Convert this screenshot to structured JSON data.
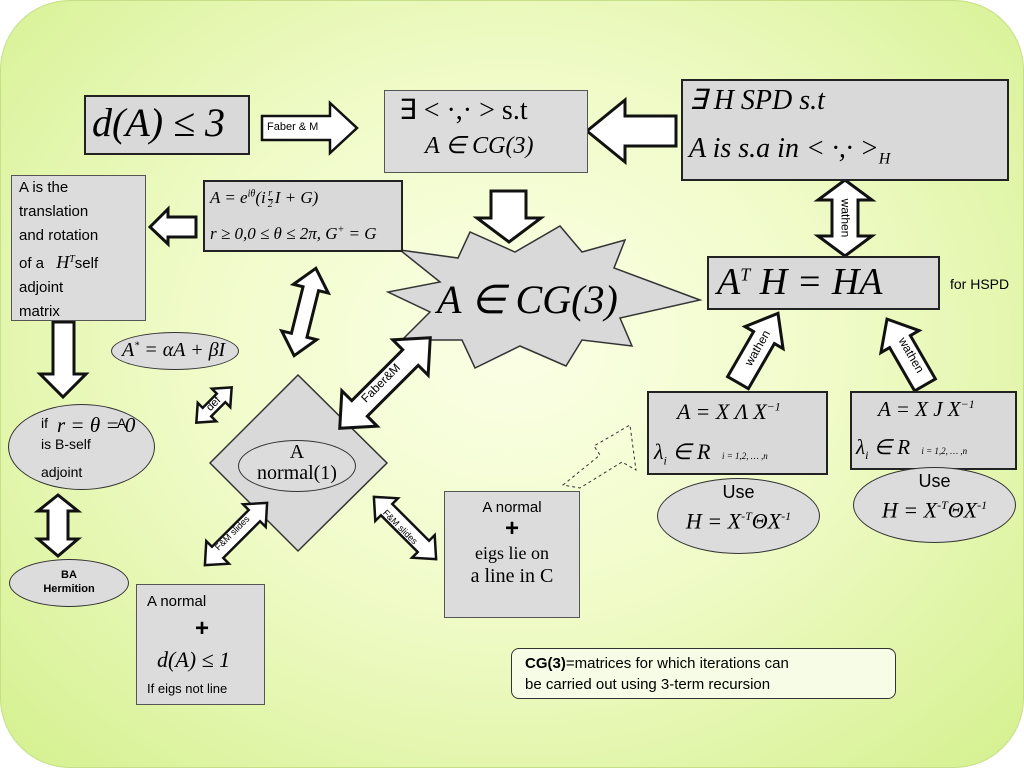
{
  "nodes": {
    "d_le_3": "d(A) ≤ 3",
    "exists_ip": {
      "l1": "∃  < ·,· >  s.t",
      "l2": "A ∈ CG(3)"
    },
    "exists_H": {
      "l1": "∃   H    SPD      s.t",
      "l2": "A   is   s.a in   < ·,· >",
      "sub": "H"
    },
    "a_in_cg3": "A ∈ CG(3)",
    "ath_eq": {
      "lhs": "A",
      "sup": "T",
      "rest": " H   =   HA"
    },
    "for_hspd": "for HSPD",
    "translation": [
      "A is the",
      "translation",
      "and rotation",
      "of a",
      "self",
      "adjoint",
      "matrix"
    ],
    "translation_H": "H",
    "translation_T": "T",
    "polar_form": {
      "l1": "A = e",
      "l1_sup": "iθ",
      "l1_rest": "(i",
      "frac_n": "r",
      "frac_d": "2",
      "l1_tail": "I + G)",
      "l2": "r ≥ 0,0 ≤ θ ≤ 2π, G",
      "l2_sup": "+",
      "l2_tail": " = G"
    },
    "astar": {
      "lhs": "A",
      "sup": "*",
      "rest": " = αA + βI"
    },
    "b_self": {
      "if": "if",
      "cond": "r = θ = 0",
      "extra": "A",
      "l2": "is B-self",
      "l3": "adjoint"
    },
    "ba_hermition": [
      "BA",
      "Hermition"
    ],
    "a_normal_1": [
      "A",
      "normal(1)"
    ],
    "a_normal_line": {
      "l1": "A normal",
      "plus": "+",
      "l2": "eigs lie on",
      "l3": "a line in C"
    },
    "a_normal_d": {
      "l1": "A normal",
      "plus": "+",
      "l2": "d(A) ≤ 1",
      "l3": "If eigs not line"
    },
    "diag_lambda": {
      "l1": "A = X  Λ  X",
      "sup": "−1",
      "l2": "λ",
      "sub": "i",
      "l2_rest": " ∈ R",
      "idx": "i  =  1,2, … ,n"
    },
    "diag_j": {
      "l1": "A = X  J  X",
      "sup": "−1",
      "l2": "λ",
      "sub": "i",
      "l2_rest": " ∈ R",
      "idx": "i  =  1,2, … ,n"
    },
    "use1": {
      "l1": "Use",
      "l2": "H = X",
      "sup": "-T",
      "rest": "ΘX",
      "sup2": "-1"
    },
    "use2": {
      "l1": "Use",
      "l2": "H = X",
      "sup": "-T",
      "rest": "ΘX",
      "sup2": "-1"
    },
    "legend": {
      "bold": "CG(3)",
      "text1": "=matrices for which iterations can",
      "text2": "be carried out using 3-term recursion"
    }
  },
  "arrow_labels": {
    "faber_m": "Faber & M",
    "wathen_vertical": "wathen",
    "wathen_a": "wathen",
    "wathen_b": "wathen",
    "faber_m_diag": "Faber&M",
    "def": "def",
    "fm_slides_1": "F&M slides",
    "fm_slides_2": "F&M slides"
  },
  "colors": {
    "background_center": "#fbffe6",
    "background_edge": "#d4f08e",
    "box_fill": "#d9d9d9",
    "arrow_fill": "#ffffff",
    "outline": "#111111"
  }
}
